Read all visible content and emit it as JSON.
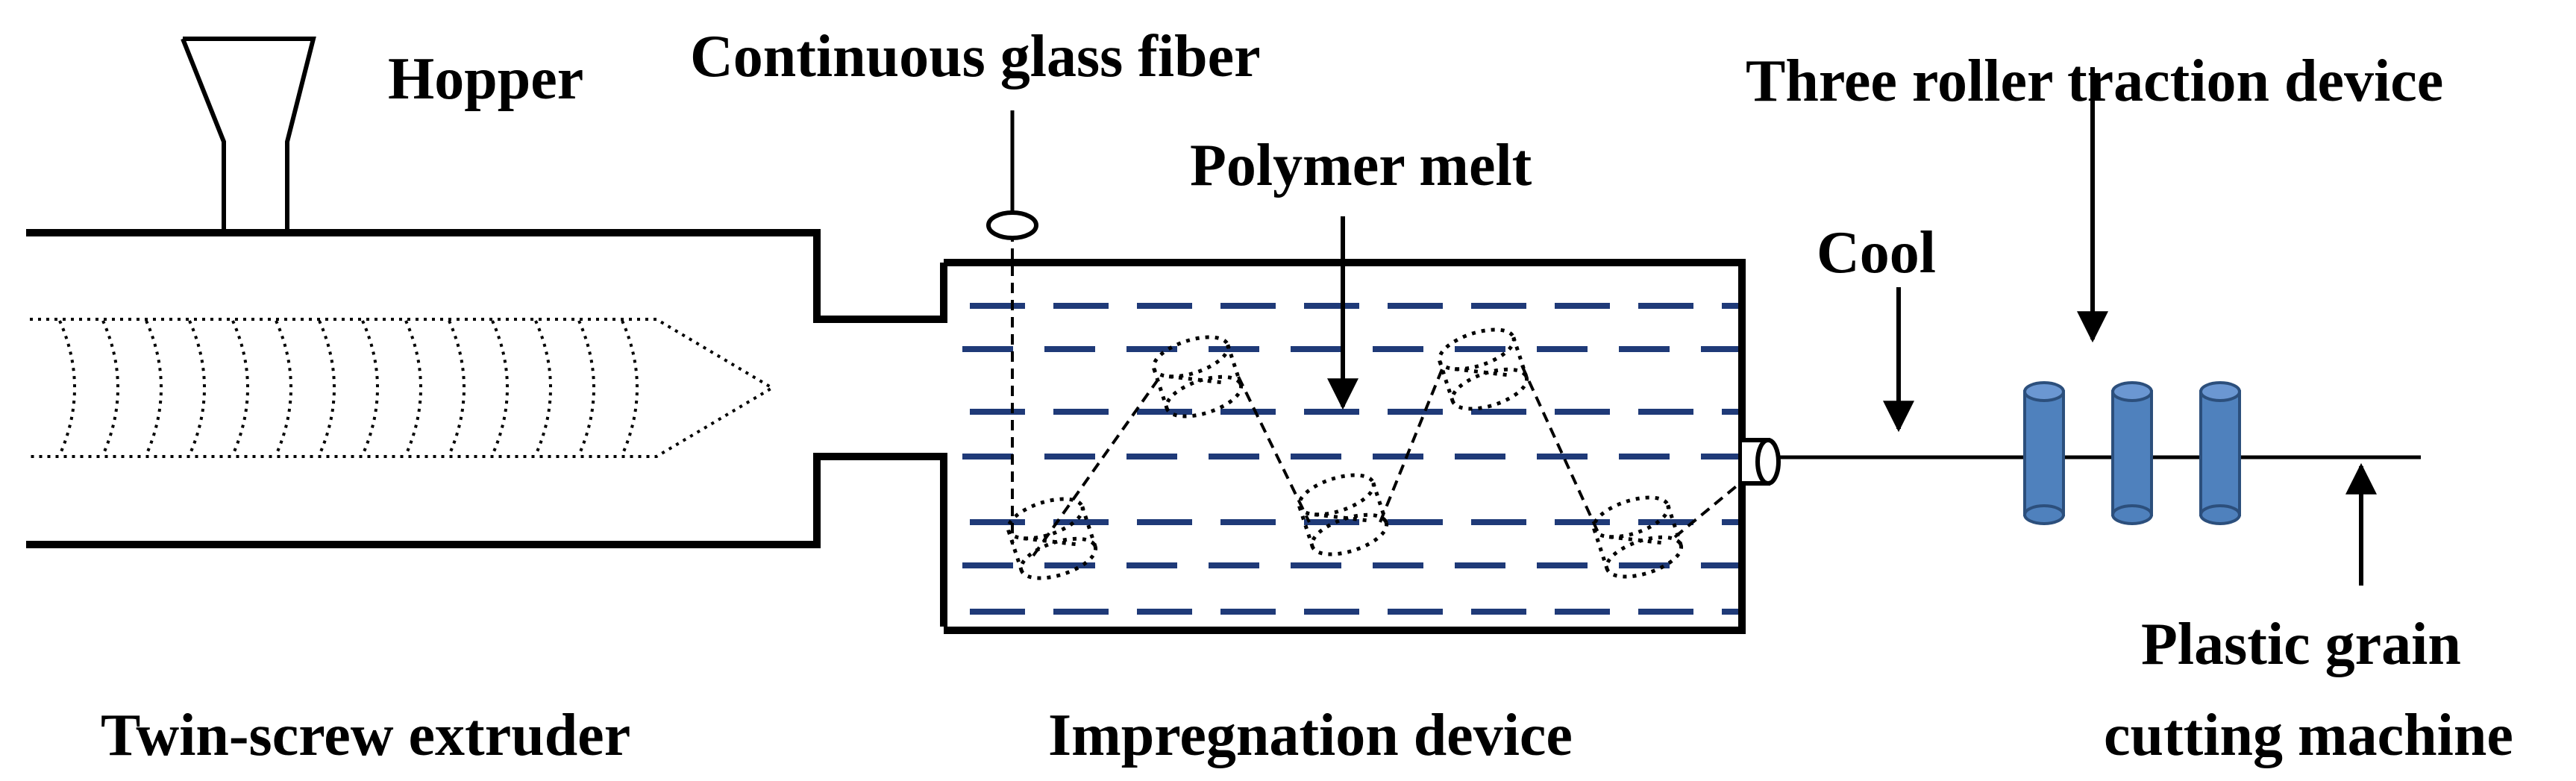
{
  "labels": {
    "hopper": "Hopper",
    "glass_fiber": "Continuous glass fiber",
    "traction": "Three roller traction device",
    "polymer_melt": "Polymer melt",
    "cool": "Cool",
    "cutter_line1": "Plastic grain",
    "cutter_line2": "cutting machine",
    "extruder": "Twin-screw extruder",
    "impregnation": "Impregnation device"
  },
  "colors": {
    "line": "#000000",
    "melt": "#1f3a78",
    "roller_fill": "#4f81bd",
    "roller_stroke": "#2c4f7c"
  },
  "roller_count": 3
}
